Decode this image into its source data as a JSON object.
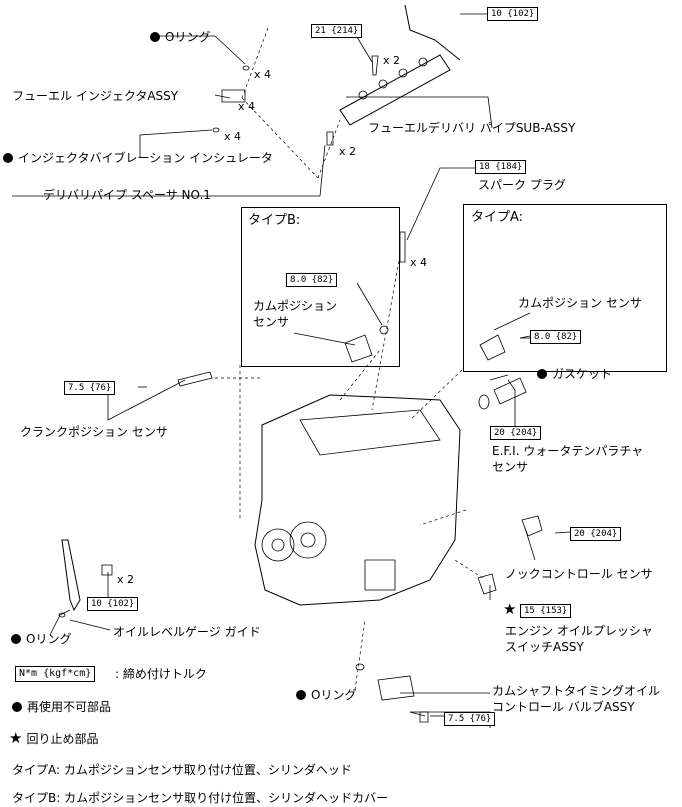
{
  "labels": {
    "o_ring_top": "Oリング",
    "fuel_injector": "フューエル インジェクタASSY",
    "injector_insulator": "インジェクタバイブレーション インシュレータ",
    "delivery_spacer": "デリバリパイプ スペーサ NO.1",
    "fuel_delivery_pipe": "フューエルデリバリ パイプSUB-ASSY",
    "spark_plug": "スパーク プラグ",
    "type_b": "タイプB:",
    "type_a": "タイプA:",
    "cam_sensor_b_l1": "カムポジション",
    "cam_sensor_b_l2": "センサ",
    "cam_sensor_a": "カムポジション センサ",
    "gasket": "ガスケット",
    "crank_sensor": "クランクポジション センサ",
    "water_temp_l1": "E.F.I. ウォータテンパラチャ",
    "water_temp_l2": "センサ",
    "knock_sensor": "ノックコントロール センサ",
    "oil_pressure_l1": "エンジン オイルプレッシャ",
    "oil_pressure_l2": "スイッチASSY",
    "oil_level_guide": "オイルレベルゲージ ガイド",
    "o_ring_guide": "Oリング",
    "o_ring_ocv": "Oリング",
    "ocv_l1": "カムシャフトタイミングオイル",
    "ocv_l2": "コントロール バルブASSY"
  },
  "torques": {
    "delivery_bolt": "21 {214}",
    "pipe_top": "10 {102}",
    "spark_plug": "18 {184}",
    "cam_b": "8.0 {82}",
    "cam_a": "8.0 {82}",
    "crank": "7.5 {76}",
    "water_temp": "20 {204}",
    "knock": "20 {204}",
    "oil_pressure": "15 {153}",
    "guide": "10 {102}",
    "ocv": "7.5 {76}"
  },
  "quantities": {
    "o_ring_top": "x 4",
    "injector": "x 4",
    "insulator": "x 4",
    "spacer": "x 2",
    "delivery_bolt": "x 2",
    "spark_plug": "x 4",
    "guide_bolt": "x 2"
  },
  "legend": {
    "torque_box": "N*m {kgf*cm}",
    "torque_desc": ": 締め付けトルク",
    "non_reusable": "再使用不可部品",
    "anti_loosen": "回り止め部品",
    "type_a_note": "タイプA: カムポジションセンサ取り付け位置、シリンダヘッド",
    "type_b_note": "タイプB: カムポジションセンサ取り付け位置、シリンダヘッドカバー"
  },
  "icons": {
    "non_reusable": "filled-circle-icon",
    "anti_loosen": "star-icon"
  }
}
